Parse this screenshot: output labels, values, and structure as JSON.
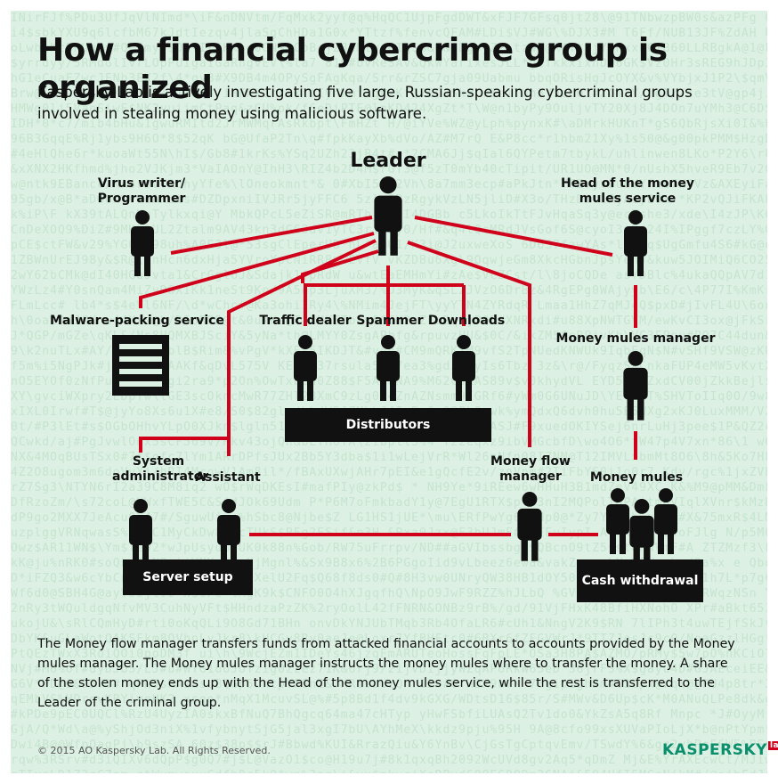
{
  "title": "How a financial cybercrime group is organized",
  "subtitle": "Kaspersky Lab is actively investigating five large, Russian-speaking cybercriminal groups involved in stealing money using malicious software.",
  "nodes": {
    "leader": "Leader",
    "virus_writer": "Virus writer/ Programmer",
    "head_mules": "Head of the money mules service",
    "malware_packing": "Malware-packing service",
    "traffic_dealer": "Traffic dealer",
    "spammer": "Spammer",
    "downloads": "Downloads",
    "mules_manager": "Money mules manager",
    "distributors": "Distributors",
    "sysadmin": "System administrator",
    "assistant": "Assistant",
    "flow_manager": "Money flow manager",
    "money_mules": "Money mules",
    "server_setup": "Server setup",
    "cash_withdrawal": "Cash withdrawal"
  },
  "description": "The Money flow manager transfers funds from attacked financial accounts to accounts provided by the Money mules manager. The Money mules manager instructs the money mules where to transfer the money. A share of the stolen money ends up with the Head of the money mules service, while the rest is transferred to the Leader of the criminal group.",
  "copyright": "© 2015 AO Kaspersky Lab. All Rights Reserved.",
  "logo": {
    "text": "KASPERSKY",
    "suffix": "lab"
  },
  "colors": {
    "line": "#d0021b",
    "background": "#dcf0e4",
    "figure": "#111111",
    "logo": "#0a8f6c"
  }
}
